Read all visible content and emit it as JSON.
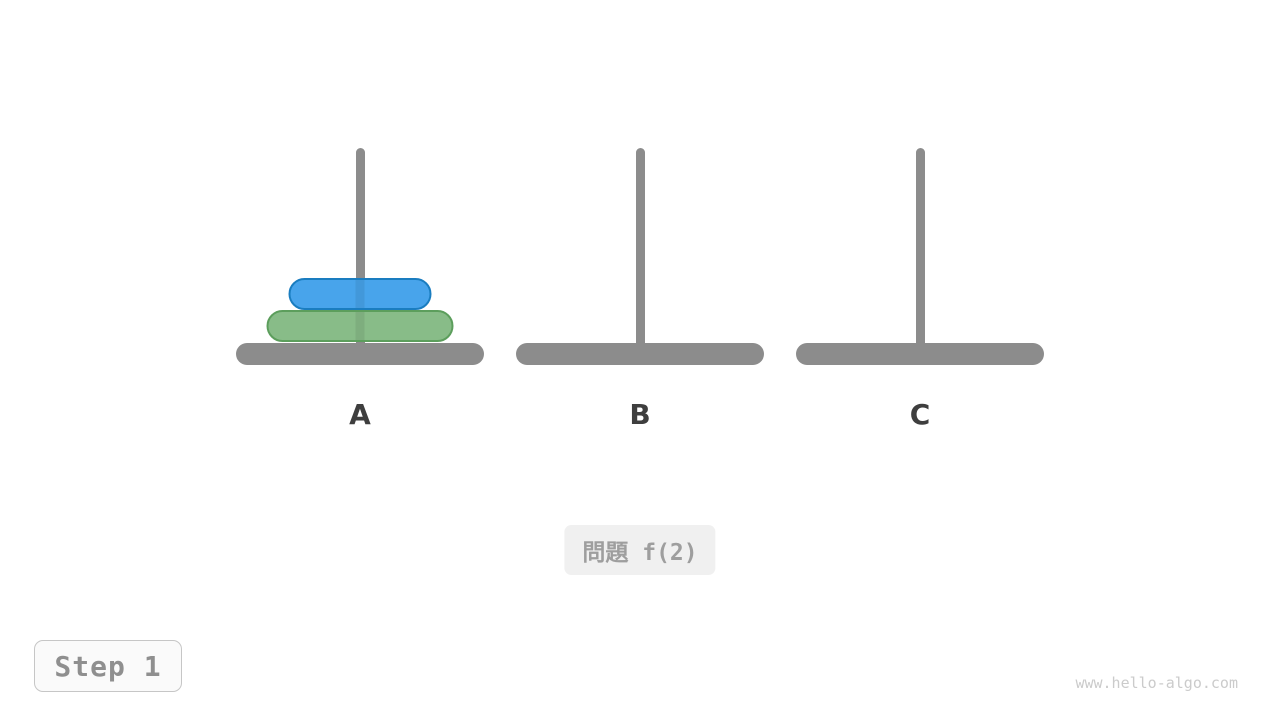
{
  "diagram": {
    "pegs": [
      {
        "id": "A",
        "label": "A",
        "disks": [
          {
            "size": 2,
            "width": 187,
            "fill": "#88bc88",
            "border": "#5c9e5c"
          },
          {
            "size": 1,
            "width": 143,
            "fill": "#48a4eb",
            "border": "#1a7dc0"
          }
        ]
      },
      {
        "id": "B",
        "label": "B",
        "disks": []
      },
      {
        "id": "C",
        "label": "C",
        "disks": []
      }
    ],
    "pole_color": "#8c8c8c",
    "base_color": "#8c8c8c",
    "label_color": "#3e3e3e"
  },
  "problem_badge": {
    "text": "問題 f(2)",
    "bg": "#f0f0f0",
    "text_color": "#9e9e9e"
  },
  "step_badge": {
    "text": "Step 1",
    "bg": "#fafafa",
    "border_color": "#c6c6c6",
    "text_color": "#8f8f8f"
  },
  "watermark": {
    "text": "www.hello-algo.com",
    "color": "#cbcbcb"
  }
}
